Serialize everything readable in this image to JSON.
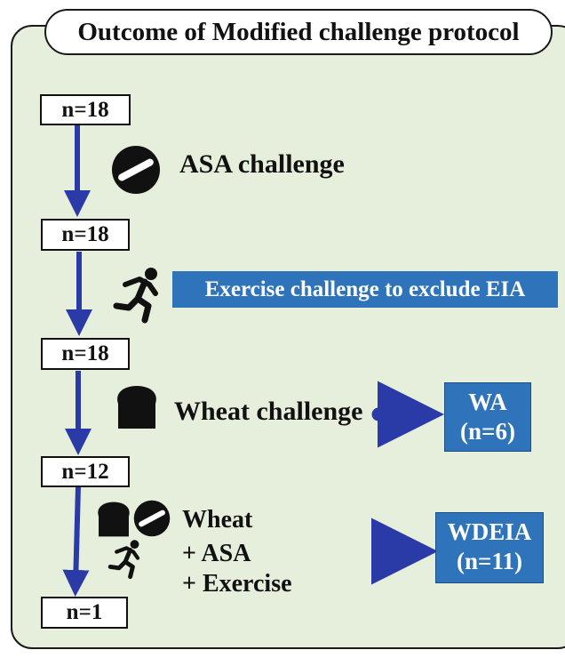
{
  "title": "Outcome of Modified challenge protocol",
  "counts": [
    "n=18",
    "n=18",
    "n=18",
    "n=12",
    "n=1"
  ],
  "steps": {
    "asa": "ASA challenge",
    "exercise": "Exercise challenge to exclude EIA",
    "wheat": "Wheat challenge",
    "combined": [
      "Wheat",
      "+ ASA",
      "+ Exercise"
    ]
  },
  "outcomes": {
    "wa": {
      "line1": "WA",
      "line2": "(n=6)"
    },
    "wdeia": {
      "line1": "WDEIA",
      "line2": "(n=11)"
    }
  },
  "icons": [
    "pill-icon",
    "runner-icon",
    "bread-icon"
  ],
  "colors": {
    "panel_bg": "#e6eedc",
    "arrow": "#2a3aa6",
    "label_bg": "#2f74bb"
  }
}
